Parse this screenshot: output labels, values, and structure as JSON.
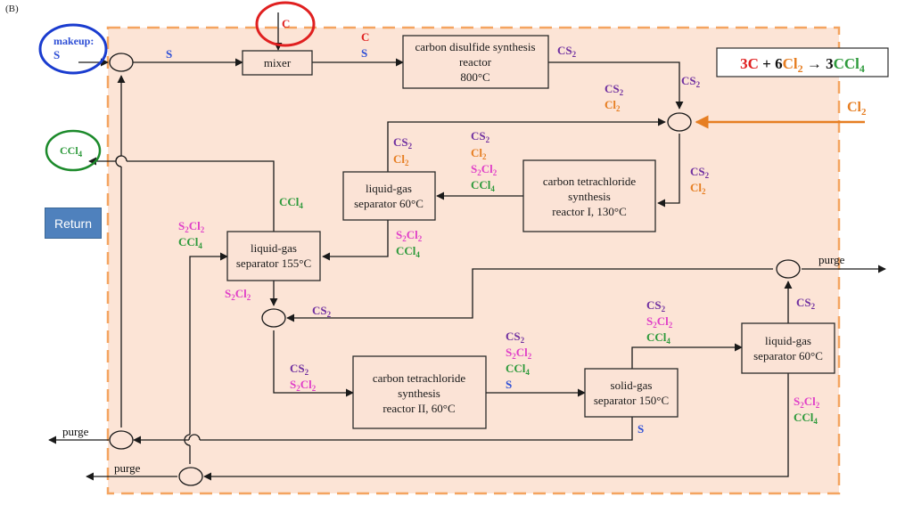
{
  "panel_tag": "(B)",
  "return_button": "Return",
  "equation": {
    "c3": "3C",
    "plus": " + 6",
    "cl2": "Cl",
    "cl2sub": "2",
    "arrow": " → 3",
    "ccl4": "CCl",
    "ccl4sub": "4"
  },
  "inputs": {
    "makeup": "makeup:",
    "makeup_s": "S",
    "carbon": "C",
    "chlorine": "Cl",
    "chlorine_sub": "2",
    "ccl4_out": "CCl",
    "ccl4_out_sub": "4"
  },
  "units": {
    "mixer": "mixer",
    "cs2_reactor": [
      "carbon disulfide synthesis",
      "reactor",
      "800°C"
    ],
    "ccl4_reactor_1": [
      "carbon tetrachloride",
      "synthesis",
      "reactor I, 130°C"
    ],
    "lg_sep_60_top": [
      "liquid-gas",
      "separator 60°C"
    ],
    "lg_sep_155": [
      "liquid-gas",
      "separator 155°C"
    ],
    "ccl4_reactor_2": [
      "carbon tetrachloride",
      "synthesis",
      "reactor II, 60°C"
    ],
    "sg_sep_150": [
      "solid-gas",
      "separator 150°C"
    ],
    "lg_sep_60_right": [
      "liquid-gas",
      "separator 60°C"
    ]
  },
  "purge_labels": {
    "top_right": "purge",
    "left_mid": "purge",
    "left_bottom": "purge"
  },
  "species": {
    "S": "S",
    "C": "C",
    "CS": "CS",
    "Cl": "Cl",
    "CCl": "CCl",
    "S2Cl": "S",
    "S2Cl_mid": "Cl",
    "sub2": "2",
    "sub4": "4"
  }
}
